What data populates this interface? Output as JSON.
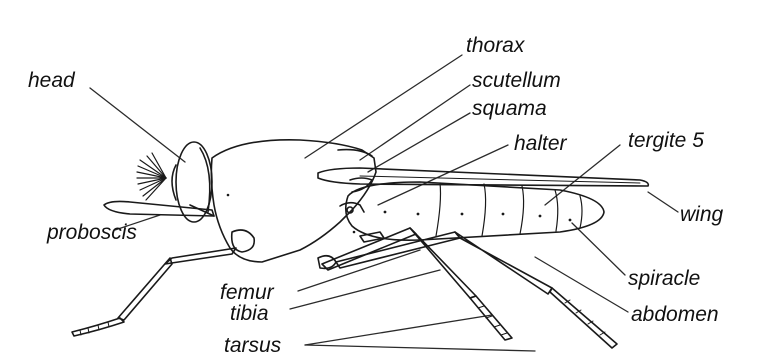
{
  "colors": {
    "ink": "#1a1a1a",
    "leader": "#2b2b2b",
    "background": "#ffffff",
    "label": "#111111"
  },
  "labels": {
    "head": "head",
    "thorax": "thorax",
    "scutellum": "scutellum",
    "squama": "squama",
    "halter": "halter",
    "tergite_5": "tergite 5",
    "wing": "wing",
    "proboscis": "proboscis",
    "spiracle": "spiracle",
    "femur": "femur",
    "tibia": "tibia",
    "abdomen": "abdomen",
    "tarsus": "tarsus"
  }
}
